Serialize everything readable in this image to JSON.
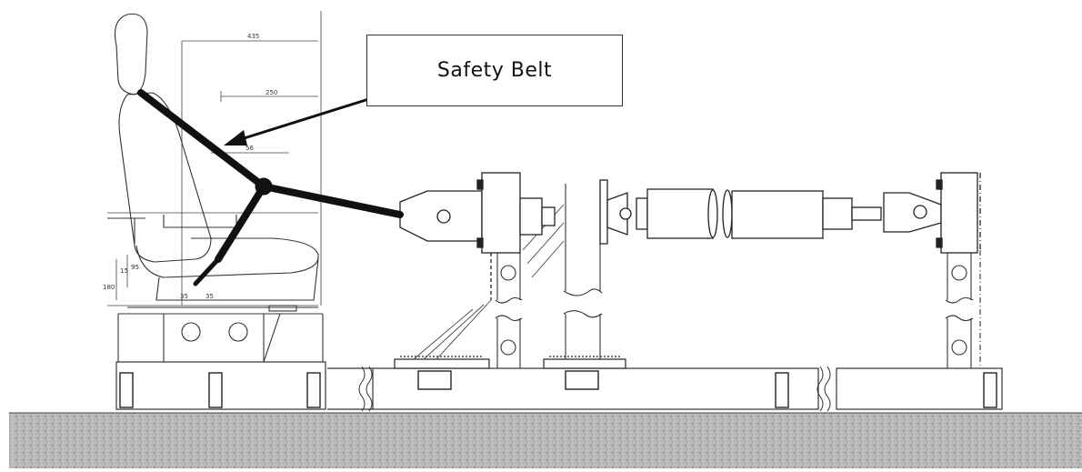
{
  "callout": {
    "label": "Safety Belt"
  },
  "dimensions": {
    "top_dim": "435",
    "upper_dim": "250",
    "mid_dim": "56",
    "side_dim_a": "15",
    "side_dim_b": "180",
    "side_dim_c": "95",
    "seat_dim_a": "35",
    "seat_dim_b": "35"
  },
  "colors": {
    "belt": "#111111",
    "line": "#333333",
    "ground": "#b5b5b5"
  }
}
